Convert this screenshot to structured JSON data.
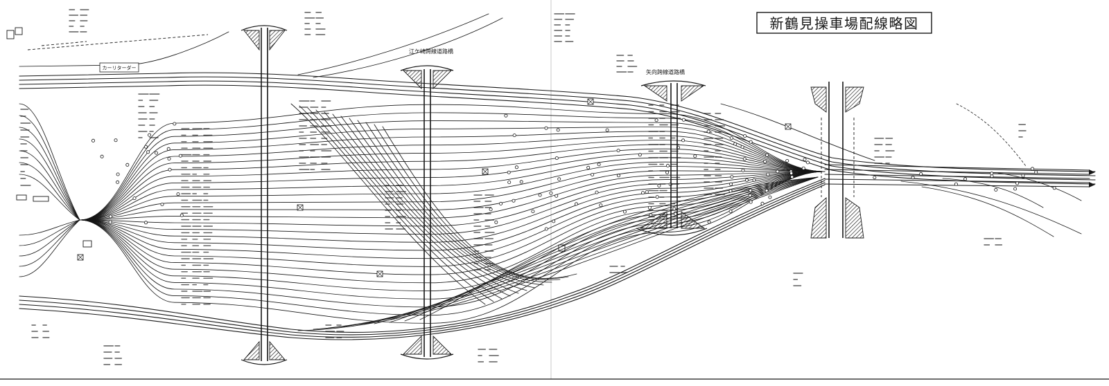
{
  "diagram": {
    "title": "新鶴見操車場配線略図",
    "labels": {
      "car_retarder": "カーリターダー",
      "egasaki_overbridge": "江ケ崎跨線道路橋",
      "yako_overbridge": "矢向跨線道路橋"
    }
  },
  "colors": {
    "ink": "#161616",
    "paper": "#ffffff",
    "fold": "#c8c8c8"
  }
}
